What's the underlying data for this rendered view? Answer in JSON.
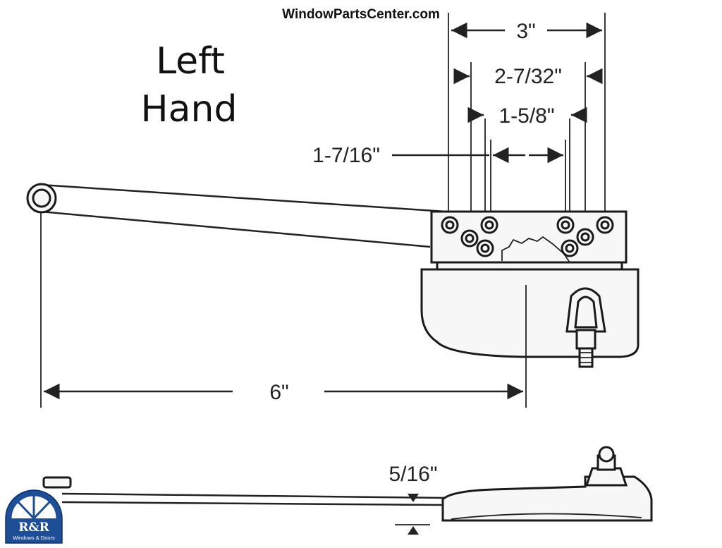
{
  "header": {
    "site_name": "WindowParts​Center.com"
  },
  "title": {
    "line1": "Left",
    "line2": "Hand"
  },
  "dimensions": {
    "overall_width": "3\"",
    "outer_hole_spacing": "2-7/32\"",
    "inner_hole_spacing": "1-5/8\"",
    "center_spacing": "1-7/16\"",
    "arm_length": "6\"",
    "arm_height": "5/16\""
  },
  "logo": {
    "mark": "R&R",
    "subtitle": "Windows & Doors",
    "color": "#1d4e96"
  }
}
